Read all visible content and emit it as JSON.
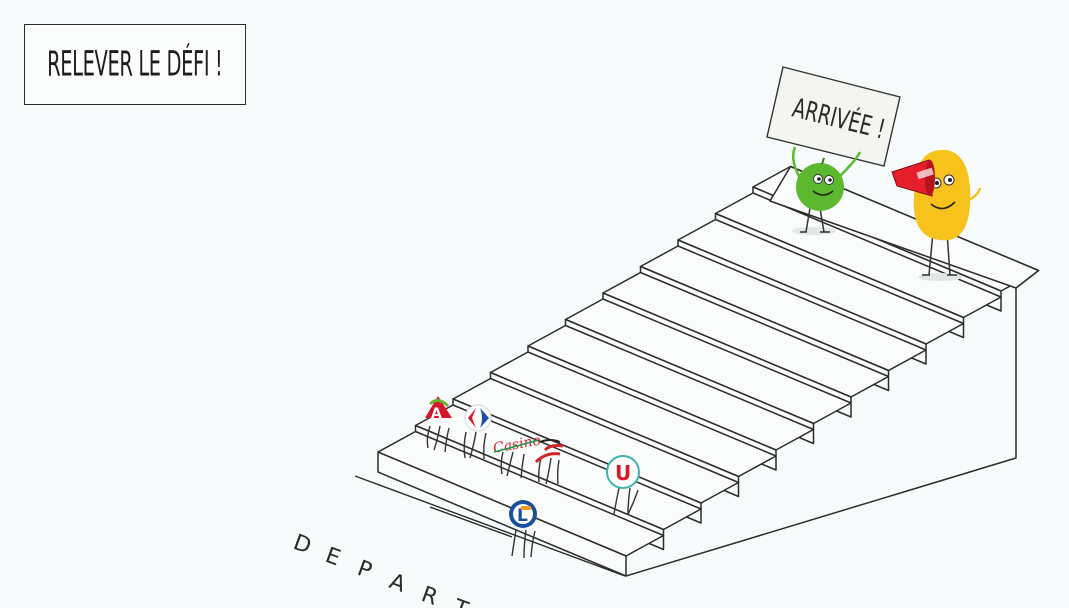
{
  "cta": {
    "label": "RELEVER LE DÉFI !"
  },
  "finish_sign": {
    "text": "ARRIVÉE !"
  },
  "start_label": {
    "letters": [
      "D",
      "E",
      "P",
      "A",
      "R",
      "T"
    ]
  },
  "brands": {
    "auchan": "A",
    "casino": "Casino",
    "systeme_u": "U",
    "leclerc": "L"
  },
  "colors": {
    "background": "#f7fbfc",
    "ink": "#222222",
    "green_character": "#5cb82e",
    "yellow_character": "#f6c21b",
    "megaphone": "#e5202a",
    "carrefour_blue": "#1d4f9e",
    "carrefour_red": "#d7192a",
    "auchan_red": "#d4172b",
    "casino_red": "#d2232a",
    "leclerc_blue": "#1b4f9b",
    "systeme_u_red": "#d7192a"
  },
  "icons": [
    "staircase",
    "green-apple-character",
    "yellow-potato-character",
    "megaphone-icon",
    "carrefour-logo",
    "auchan-logo",
    "casino-logo",
    "intermarche-logo",
    "systeme-u-logo",
    "leclerc-logo"
  ]
}
